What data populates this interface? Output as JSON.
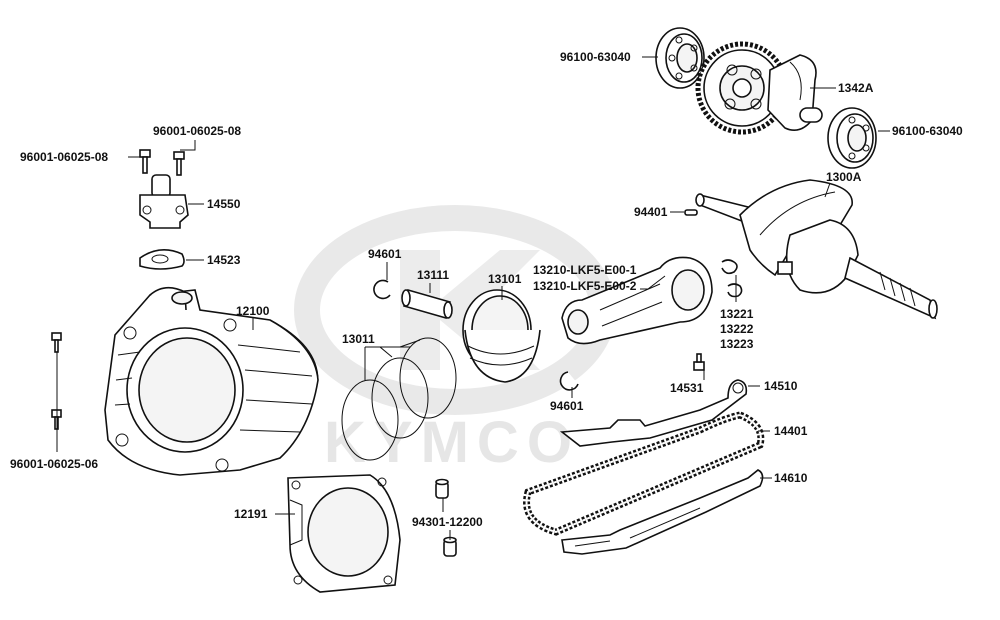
{
  "watermark": {
    "brand": "KYMCO"
  },
  "labels": {
    "bearing_top": "96100-63040",
    "balancer": "1342A",
    "bearing_right": "96100-63040",
    "bolt_a": "96001-06025-08",
    "bolt_b": "96001-06025-08",
    "tensioner": "14550",
    "tensioner_gasket": "14523",
    "crankshaft": "1300A",
    "key": "94401",
    "clip_top": "94601",
    "piston_pin": "13111",
    "piston": "13101",
    "conrod_1": "13210-LKF5-E00-1",
    "conrod_2": "13210-LKF5-E00-2",
    "bearing_221": "13221",
    "bearing_222": "13222",
    "bearing_223": "13223",
    "cylinder": "12100",
    "rings": "13011",
    "clip_bottom": "94601",
    "bolt_guide": "14531",
    "guide_upper": "14510",
    "chain": "14401",
    "guide_lower": "14610",
    "stud_bolts": "96001-06025-06",
    "cyl_gasket": "12191",
    "dowel": "94301-12200"
  },
  "colors": {
    "line": "#111111",
    "watermark": "#e6e6e6",
    "background": "#ffffff"
  }
}
